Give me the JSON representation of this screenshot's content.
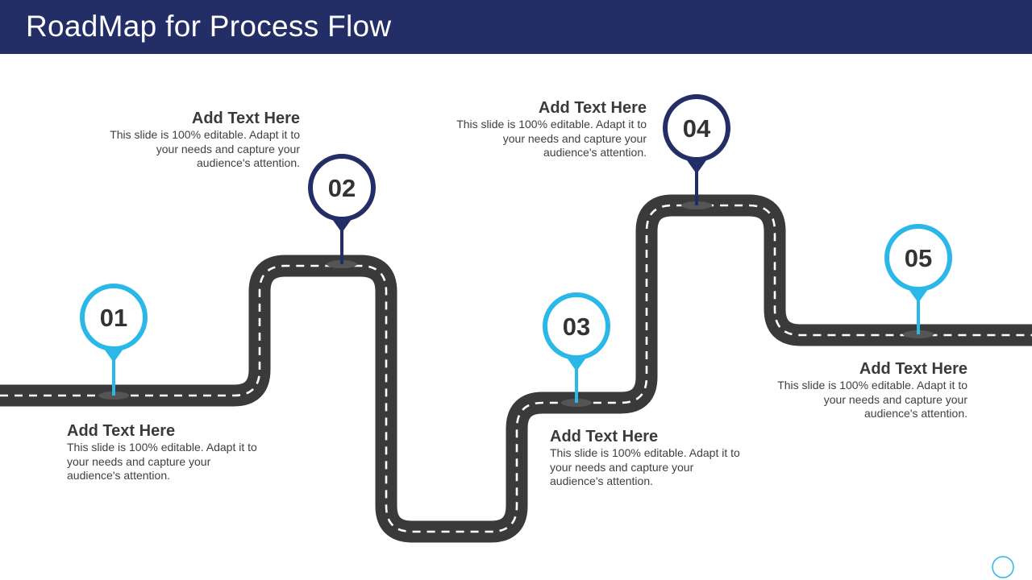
{
  "slide": {
    "title": "RoadMap for Process Flow"
  },
  "colors": {
    "header": "#232e67",
    "road": "#3a3a3a",
    "light_pin": "#29b8e8",
    "dark_pin": "#232e67"
  },
  "milestones": [
    {
      "number": "01",
      "heading": "Add Text Here",
      "body": "This slide is 100% editable. Adapt it to your needs and capture your audience's attention."
    },
    {
      "number": "02",
      "heading": "Add Text Here",
      "body": "This slide is 100% editable. Adapt it to your needs and capture your audience's attention."
    },
    {
      "number": "03",
      "heading": "Add Text Here",
      "body": "This slide is 100% editable. Adapt it to your needs and capture your audience's attention."
    },
    {
      "number": "04",
      "heading": "Add Text Here",
      "body": "This slide is 100% editable. Adapt it to your needs and capture your audience's attention."
    },
    {
      "number": "05",
      "heading": "Add Text Here",
      "body": "This slide is 100% editable. Adapt it to your needs and capture your audience's attention."
    }
  ]
}
